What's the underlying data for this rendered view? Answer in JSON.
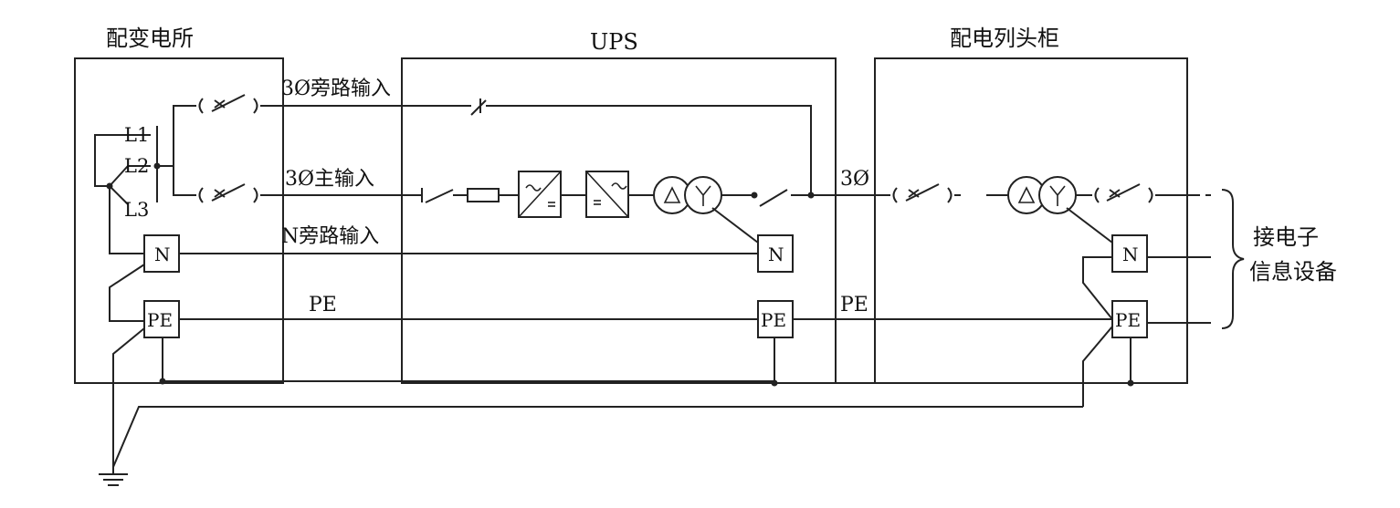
{
  "titles": {
    "substation": "配变电所",
    "ups": "UPS",
    "distribution_cabinet": "配电列头柜"
  },
  "phase_labels": {
    "l1": "L1",
    "l2": "L2",
    "l3": "L3"
  },
  "line_labels": {
    "bypass_3phase": "3Ø旁路输入",
    "main_3phase": "3Ø主输入",
    "neutral_bypass": "N旁路输入",
    "pe_left": "PE",
    "three_phase_out": "3Ø",
    "pe_right": "PE"
  },
  "terminal_labels": {
    "neutral": "N",
    "protective_earth": "PE"
  },
  "load": {
    "line1": "接电子",
    "line2": "信息设备"
  }
}
